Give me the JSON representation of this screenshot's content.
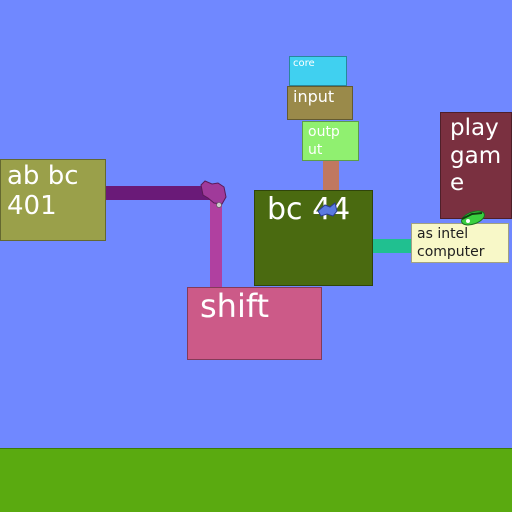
{
  "blocks": {
    "ab_bc": {
      "label": "ab bc\n401",
      "color": "#9aa04a"
    },
    "bc44": {
      "label": "bc 44",
      "color": "#4a6a10"
    },
    "shift": {
      "label": "shift",
      "color": "#cc5a88"
    },
    "core": {
      "label": "core",
      "color": "#40d0f0"
    },
    "input": {
      "label": "input",
      "color": "#9a8a4a"
    },
    "output": {
      "label": "outp\nut",
      "color": "#90f070"
    },
    "playgame": {
      "label": "play\ngam\ne",
      "color": "#7a3040"
    },
    "asintel": {
      "label": "as intel\ncomputer",
      "color": "#f8f8c8"
    }
  },
  "colors": {
    "sky": "#7088ff",
    "ground": "#5aaa10",
    "pipe_purple": "#6a1a78",
    "pipe_magenta": "#b040a0",
    "pipe_brown": "#c07860",
    "pipe_teal": "#20c090"
  },
  "icons": {
    "cat": "purple-cat-icon",
    "bird": "green-bird-icon",
    "ghost": "blue-ghost-icon"
  }
}
